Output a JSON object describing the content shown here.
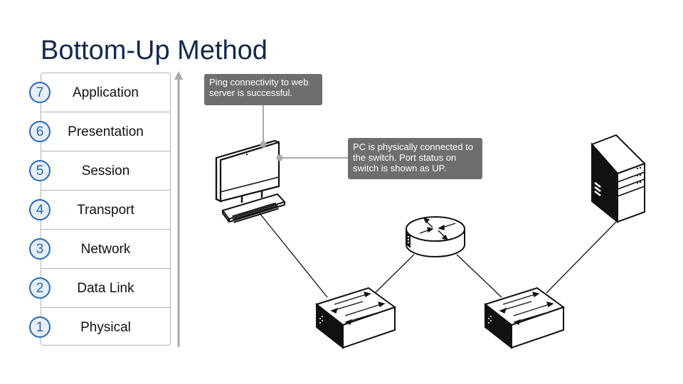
{
  "title": "Bottom-Up Method",
  "osi_layers": [
    {
      "number": "7",
      "name": "Application"
    },
    {
      "number": "6",
      "name": "Presentation"
    },
    {
      "number": "5",
      "name": "Session"
    },
    {
      "number": "4",
      "name": "Transport"
    },
    {
      "number": "3",
      "name": "Network"
    },
    {
      "number": "2",
      "name": "Data Link"
    },
    {
      "number": "1",
      "name": "Physical"
    }
  ],
  "direction": "bottom-to-top",
  "callouts": {
    "ping": "Ping connectivity to web server is successful.",
    "physical": "PC is physically connected to the switch. Port status on switch is shown as UP."
  },
  "devices": {
    "pc": "desktop-computer",
    "switch_left": "switch",
    "router": "router",
    "switch_right": "switch",
    "server": "web-server"
  },
  "colors": {
    "title": "#13294b",
    "layer_badge": "#2a68b2",
    "callout_bg": "#6e6e6e",
    "border": "#b4b4b4"
  }
}
